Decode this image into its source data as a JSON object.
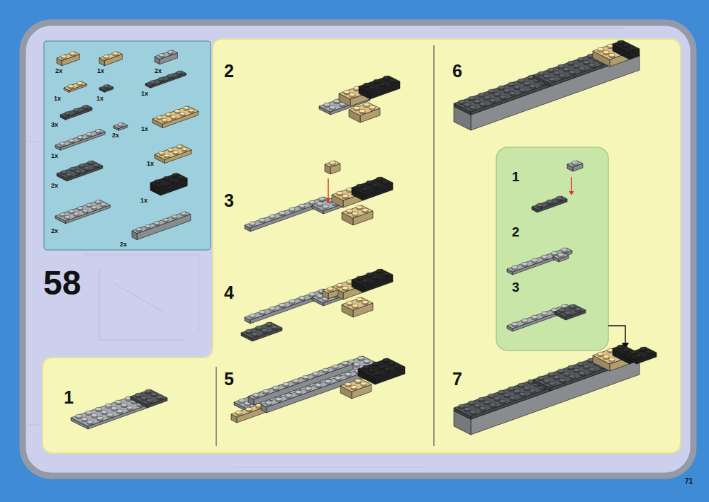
{
  "diagram": {
    "nodes": [
      {
        "text": [
          "2x",
          "1x",
          "2x",
          "1x",
          "1x",
          "1x",
          "3x",
          "2x",
          "1x",
          "1x",
          "1x",
          "2x",
          "1x",
          "2x",
          "2x"
        ]
      },
      {
        "text": [
          "1",
          "2",
          "3"
        ]
      }
    ],
    "labels": [
      "58",
      "2",
      "3",
      "4",
      "6",
      "1",
      "5",
      "7",
      "71"
    ]
  }
}
